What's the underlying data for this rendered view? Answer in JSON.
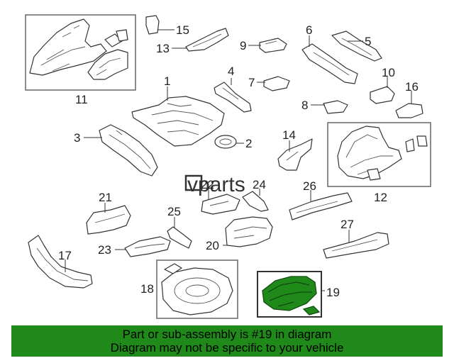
{
  "watermark": "vparts",
  "callouts": [
    "1",
    "2",
    "3",
    "4",
    "5",
    "6",
    "7",
    "8",
    "9",
    "10",
    "11",
    "12",
    "13",
    "14",
    "15",
    "16",
    "17",
    "18",
    "19",
    "20",
    "21",
    "22",
    "23",
    "24",
    "25",
    "26",
    "27"
  ],
  "highlighted_part": "19",
  "banner": {
    "line1": "Part or sub-assembly is #19 in diagram",
    "line2": "Diagram may not be specific to your vehicle"
  },
  "colors": {
    "highlight": "#1f8a1a",
    "banner": "#1f8a1a"
  }
}
